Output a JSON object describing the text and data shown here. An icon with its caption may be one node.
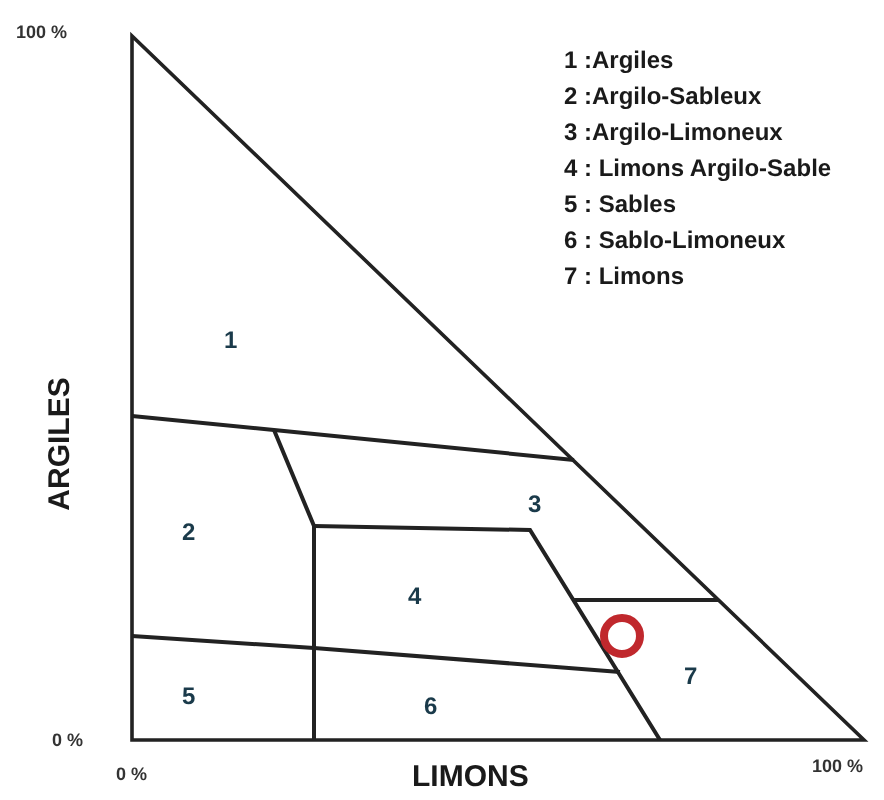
{
  "diagram": {
    "labels": [
      "100 %",
      "1 :Argiles",
      "2 :Argilo-Sableux",
      "3 :Argilo-Limoneux",
      "4 : Limons Argilo-Sable",
      "5 : Sables",
      "6 : Sablo-Limoneux",
      "7 : Limons",
      "1",
      "ARGILES",
      "2",
      "3",
      "4",
      "5",
      "6",
      "7",
      "0 %",
      "0 %",
      "LIMONS",
      "100 %"
    ]
  }
}
